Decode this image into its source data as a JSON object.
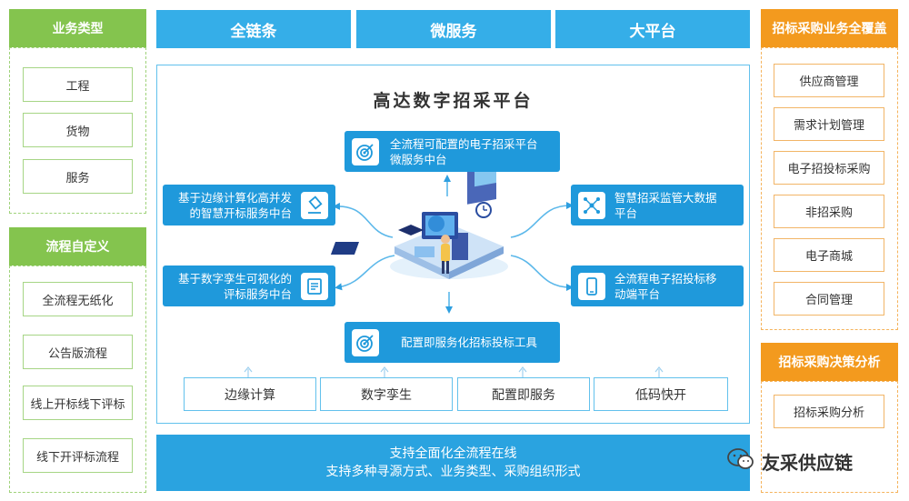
{
  "left": {
    "business_types": {
      "title": "业务类型",
      "items": [
        "工程",
        "货物",
        "服务"
      ]
    },
    "process_custom": {
      "title": "流程自定义",
      "items": [
        "全流程无纸化",
        "公告版流程",
        "线上开标线下评标",
        "线下开评标流程"
      ]
    }
  },
  "top": {
    "banners": [
      "全链条",
      "微服务",
      "大平台"
    ]
  },
  "center": {
    "title": "高达数字招采平台",
    "services": {
      "top": "全流程可配置的电子招采平台\n微服务中台",
      "left_upper": "基于边缘计算化高并发\n的智慧开标服务中台",
      "left_lower": "基于数字孪生可视化的\n评标服务中台",
      "right_upper": "智慧招采监管大数据\n平台",
      "right_lower": "全流程电子招投标移\n动端平台",
      "bottom": "配置即服务化招标投标工具"
    },
    "tech": [
      "边缘计算",
      "数字孪生",
      "配置即服务",
      "低码快开"
    ]
  },
  "bottom": {
    "line1": "支持全面化全流程在线",
    "line2": "支持多种寻源方式、业务类型、采购组织形式"
  },
  "right": {
    "coverage": {
      "title": "招标采购业务全覆盖",
      "items": [
        "供应商管理",
        "需求计划管理",
        "电子招投标采购",
        "非招采购",
        "电子商城",
        "合同管理"
      ]
    },
    "decision": {
      "title": "招标采购决策分析",
      "items": [
        "招标采购分析"
      ]
    }
  },
  "watermark": {
    "text": "友采供应链"
  },
  "colors": {
    "green": "#84c44e",
    "orange": "#f39a1e",
    "blue": "#1f99db",
    "light_blue": "#35aee8"
  }
}
